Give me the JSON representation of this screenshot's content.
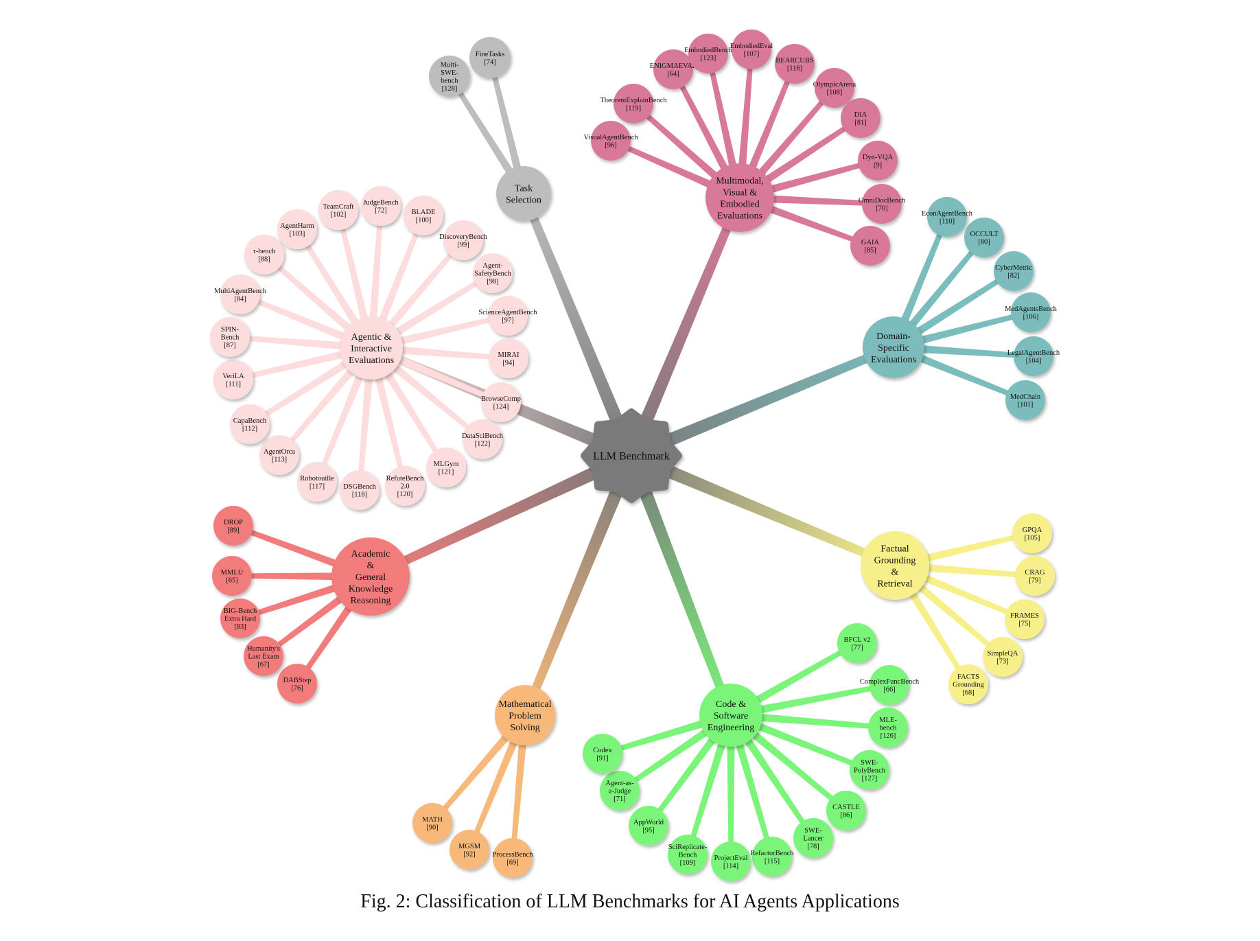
{
  "center": {
    "label": "LLM Benchmark",
    "color": "#7a7a7a"
  },
  "caption": "Fig. 2: Classification of LLM Benchmarks for AI Agents Applications",
  "categories": [
    {
      "key": "task",
      "label": "Task\nSelection",
      "color": "#bdbdbd",
      "leaf_color": "#bdbdbd",
      "items": [
        {
          "label": "Multi-\nSWE-\nbench",
          "ref": "[128]"
        },
        {
          "label": "FineTasks",
          "ref": "[74]"
        }
      ]
    },
    {
      "key": "multimodal",
      "label": "Multimodal,\nVisual &\nEmbodied\nEvaluations",
      "color": "#d9799a",
      "leaf_color": "#d9799a",
      "items": [
        {
          "label": "VisualAgentBench",
          "ref": "[96]"
        },
        {
          "label": "TheoremExplainBench",
          "ref": "[119]"
        },
        {
          "label": "ENIGMAEVAL",
          "ref": "[64]"
        },
        {
          "label": "EmbodiedBench",
          "ref": "[123]"
        },
        {
          "label": "EmbodiedEval",
          "ref": "[107]"
        },
        {
          "label": "BEARCUBS",
          "ref": "[116]"
        },
        {
          "label": "OlympicArena",
          "ref": "[108]"
        },
        {
          "label": "DIA",
          "ref": "[81]"
        },
        {
          "label": "Dyn-VQA",
          "ref": "[9]"
        },
        {
          "label": "OmniDocBench",
          "ref": "[70]"
        },
        {
          "label": "GAIA",
          "ref": "[85]"
        }
      ]
    },
    {
      "key": "domain",
      "label": "Domain-\nSpecific\nEvaluations",
      "color": "#7bbcbc",
      "leaf_color": "#7bbcbc",
      "items": [
        {
          "label": "EconAgentBench",
          "ref": "[110]"
        },
        {
          "label": "OCCULT",
          "ref": "[80]"
        },
        {
          "label": "CyberMetric",
          "ref": "[82]"
        },
        {
          "label": "MedAgentsBench",
          "ref": "[106]"
        },
        {
          "label": "LegalAgentBench",
          "ref": "[104]"
        },
        {
          "label": "MedChain",
          "ref": "[101]"
        }
      ]
    },
    {
      "key": "factual",
      "label": "Factual\nGrounding\n&\nRetrieval",
      "color": "#f7f08a",
      "leaf_color": "#f7f08a",
      "items": [
        {
          "label": "GPQA",
          "ref": "[105]"
        },
        {
          "label": "CRAG",
          "ref": "[79]"
        },
        {
          "label": "FRAMES",
          "ref": "[75]"
        },
        {
          "label": "SimpleQA",
          "ref": "[73]"
        },
        {
          "label": "FACTS\nGrounding",
          "ref": "[68]"
        }
      ]
    },
    {
      "key": "code",
      "label": "Code &\nSoftware\nEngineering",
      "color": "#7af57a",
      "leaf_color": "#7af57a",
      "items": [
        {
          "label": "BFCL v2",
          "ref": "[77]"
        },
        {
          "label": "ComplexFuncBench",
          "ref": "[66]"
        },
        {
          "label": "MLE-\nbench",
          "ref": "[126]"
        },
        {
          "label": "SWE-\nPolyBench",
          "ref": "[127]"
        },
        {
          "label": "CASTLE",
          "ref": "[86]"
        },
        {
          "label": "SWE-\nLancer",
          "ref": "[78]"
        },
        {
          "label": "RefactorBench",
          "ref": "[115]"
        },
        {
          "label": "ProjectEval",
          "ref": "[114]"
        },
        {
          "label": "SciReplicate-\nBench",
          "ref": "[109]"
        },
        {
          "label": "AppWorld",
          "ref": "[95]"
        },
        {
          "label": "Agent-as-\na-Judge",
          "ref": "[71]"
        },
        {
          "label": "Codex",
          "ref": "[91]"
        }
      ]
    },
    {
      "key": "math",
      "label": "Mathematical\nProblem\nSolving",
      "color": "#f7b87a",
      "leaf_color": "#f7b87a",
      "items": [
        {
          "label": "MATH",
          "ref": "[90]"
        },
        {
          "label": "MGSM",
          "ref": "[92]"
        },
        {
          "label": "ProcessBench",
          "ref": "[69]"
        }
      ]
    },
    {
      "key": "academic",
      "label": "Academic\n&\nGeneral\nKnowledge\nReasoning",
      "color": "#f27b7b",
      "leaf_color": "#f27b7b",
      "items": [
        {
          "label": "DROP",
          "ref": "[89]"
        },
        {
          "label": "MMLU",
          "ref": "[65]"
        },
        {
          "label": "BIG-Bench\nExtra Hard",
          "ref": "[83]"
        },
        {
          "label": "Humanity's\nLast Exam",
          "ref": "[67]"
        },
        {
          "label": "DABStep",
          "ref": "[76]"
        }
      ]
    },
    {
      "key": "agentic",
      "label": "Agentic &\nInteractive\nEvaluations",
      "color": "#fcdcdc",
      "leaf_color": "#fcdcdc",
      "items": [
        {
          "label": "TeamCraft",
          "ref": "[102]"
        },
        {
          "label": "JudgeBench",
          "ref": "[72]"
        },
        {
          "label": "BLADE",
          "ref": "[100]"
        },
        {
          "label": "DiscoveryBench",
          "ref": "[99]"
        },
        {
          "label": "Agent-\nSafetyBench",
          "ref": "[98]"
        },
        {
          "label": "ScienceAgentBench",
          "ref": "[97]"
        },
        {
          "label": "MIRAI",
          "ref": "[94]"
        },
        {
          "label": "BrowseComp",
          "ref": "[124]"
        },
        {
          "label": "DataSciBench",
          "ref": "[122]"
        },
        {
          "label": "MLGym",
          "ref": "[121]"
        },
        {
          "label": "RefuteBench\n2.0",
          "ref": "[120]"
        },
        {
          "label": "DSGBench",
          "ref": "[118]"
        },
        {
          "label": "Robotouille",
          "ref": "[117]"
        },
        {
          "label": "AgentOrca",
          "ref": "[113]"
        },
        {
          "label": "CapaBench",
          "ref": "[112]"
        },
        {
          "label": "VeriLA",
          "ref": "[111]"
        },
        {
          "label": "SPIN-\nBench",
          "ref": "[87]"
        },
        {
          "label": "MultiAgentBench",
          "ref": "[84]"
        },
        {
          "label": "τ-bench",
          "ref": "[88]"
        },
        {
          "label": "AgentHarm",
          "ref": "[103]"
        }
      ]
    }
  ]
}
